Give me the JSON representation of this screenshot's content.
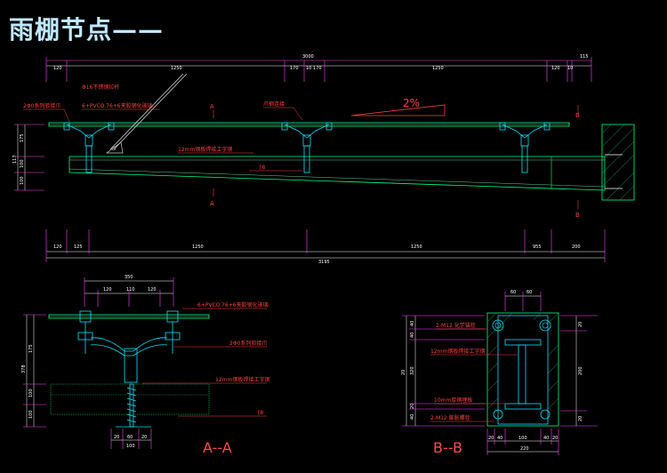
{
  "title": "雨棚节点——",
  "main_view": {
    "top_dims": [
      "120",
      "1250",
      "170",
      "10",
      "170",
      "1250",
      "120",
      "10",
      "3000",
      "115"
    ],
    "bottom_dims": [
      "120",
      "125",
      "1250",
      "1250",
      "955",
      "200",
      "3195"
    ],
    "left_dims": [
      "117",
      "175",
      "100",
      "100"
    ],
    "labels": {
      "rod": "Φ16不锈钢拉杆",
      "claw": "2Φ0系列驳接爪",
      "glass": "6+PVCO.76+6夹胶钢化玻璃",
      "claw2": "爪钢连接",
      "plate": "12mm钢板焊接工字钢",
      "channel": "[8"
    },
    "slope": "2%",
    "section_marks": [
      "A",
      "A",
      "B",
      "B"
    ]
  },
  "section_a": {
    "caption": "A--A",
    "top_dims": [
      "350",
      "120",
      "110",
      "120"
    ],
    "left_dims": [
      "378",
      "175",
      "100",
      "100"
    ],
    "bottom_dims": [
      "20",
      "60",
      "20",
      "100"
    ],
    "labels": [
      "6+PVCO.76+6夹胶钢化玻璃",
      "2Φ0系列驳接爪",
      "12mm钢板焊接工字钢",
      "[8"
    ]
  },
  "section_b": {
    "caption": "B--B",
    "top_dims": [
      "60",
      "60"
    ],
    "left_dims": [
      "40",
      "40",
      "320",
      "20",
      "40",
      "20"
    ],
    "right_dims": [
      "20",
      "200",
      "20"
    ],
    "bottom_dims": [
      "20",
      "40",
      "100",
      "40",
      "20",
      "220"
    ],
    "labels": [
      "2-M12 化学锚栓",
      "12mm钢板焊接工字钢",
      "10mm厚钢埋板",
      "2-M12 膨胀螺栓"
    ]
  }
}
